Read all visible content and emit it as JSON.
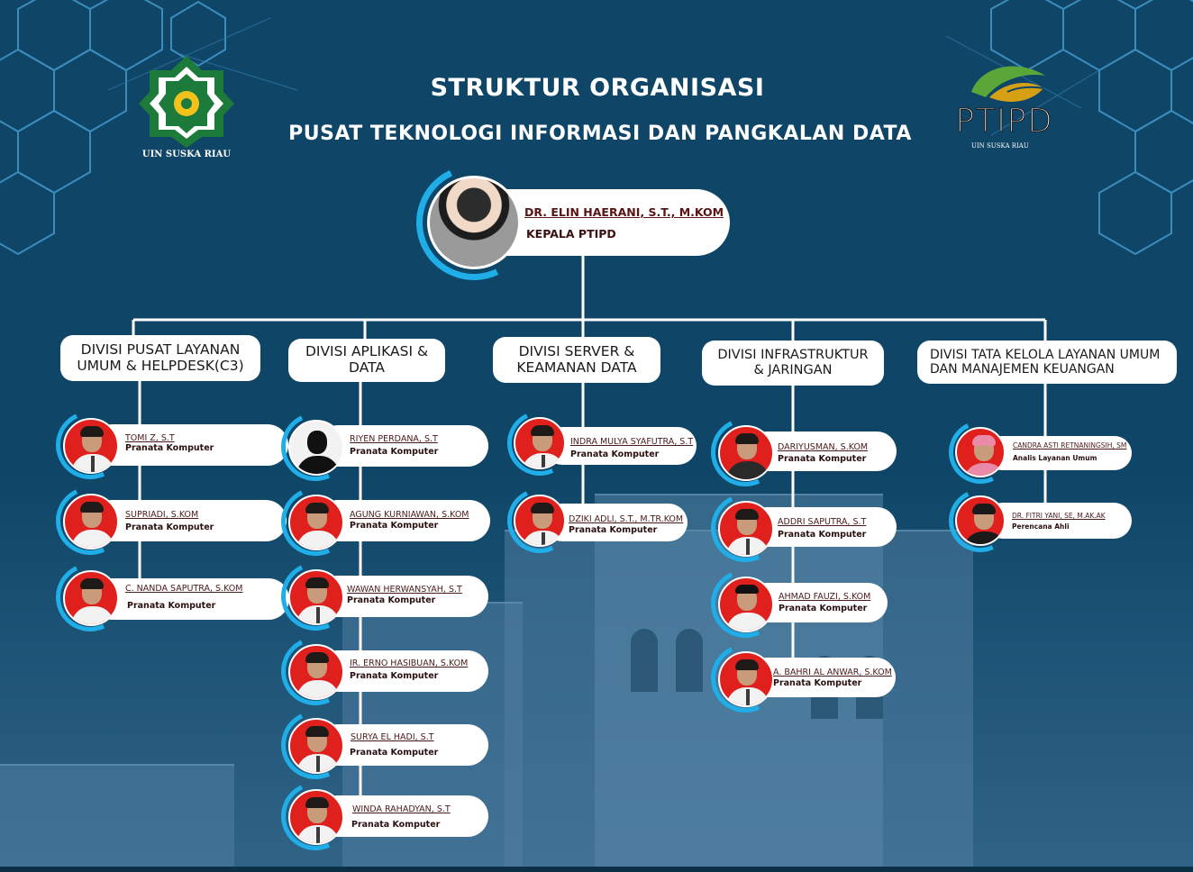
{
  "header": {
    "title": "STRUKTUR ORGANISASI",
    "subtitle": "PUSAT TEKNOLOGI INFORMASI DAN PANGKALAN DATA",
    "left_logo_caption": "UIN SUSKA RIAU",
    "right_logo_word": "PTIPD",
    "right_logo_caption": "UIN SUSKA RIAU"
  },
  "colors": {
    "background": "#0f4566",
    "accent_ring": "#1faee8",
    "card": "#ffffff",
    "name_text": "#5a1414",
    "photo_bg_red": "#e0201d"
  },
  "head": {
    "name": "DR. ELIN HAERANI, S.T., M.KOM",
    "role": "KEPALA PTIPD"
  },
  "divisions": [
    {
      "title": "DIVISI PUSAT LAYANAN UMUM & HELPDESK(C3)",
      "members": [
        {
          "name": "TOMI Z, S.T",
          "role": "Pranata Komputer"
        },
        {
          "name": "SUPRIADI, S.KOM",
          "role": "Pranata Komputer"
        },
        {
          "name": "C. NANDA SAPUTRA, S.KOM",
          "role": "Pranata Komputer"
        }
      ]
    },
    {
      "title": "DIVISI APLIKASI & DATA",
      "members": [
        {
          "name": "RIYEN PERDANA, S.T",
          "role": "Pranata Komputer"
        },
        {
          "name": "AGUNG KURNIAWAN, S.KOM",
          "role": "Pranata Komputer"
        },
        {
          "name": "WAWAN HERWANSYAH, S.T",
          "role": "Pranata Komputer"
        },
        {
          "name": "IR. ERNO HASIBUAN, S.KOM",
          "role": "Pranata Komputer"
        },
        {
          "name": "SURYA EL HADI, S.T",
          "role": "Pranata Komputer"
        },
        {
          "name": "WINDA RAHADYAN, S.T",
          "role": "Pranata Komputer"
        }
      ]
    },
    {
      "title": "DIVISI SERVER & KEAMANAN DATA",
      "members": [
        {
          "name": "INDRA MULYA SYAFUTRA, S.T",
          "role": "Pranata Komputer"
        },
        {
          "name": "DZIKI ADLI, S.T., M.TR.KOM",
          "role": "Pranata Komputer"
        }
      ]
    },
    {
      "title": "DIVISI INFRASTRUKTUR & JARINGAN",
      "members": [
        {
          "name": "DARIYUSMAN, S.KOM",
          "role": "Pranata Komputer"
        },
        {
          "name": "ADDRI SAPUTRA, S.T",
          "role": "Pranata Komputer"
        },
        {
          "name": "AHMAD FAUZI, S.KOM",
          "role": "Pranata Komputer"
        },
        {
          "name": "A. BAHRI AL ANWAR, S.KOM",
          "role": "Pranata Komputer"
        }
      ]
    },
    {
      "title": "DIVISI TATA KELOLA LAYANAN UMUM DAN MANAJEMEN KEUANGAN",
      "members": [
        {
          "name": "CANDRA ASTI RETNANINGSIH, SM",
          "role": "Analis Layanan Umum"
        },
        {
          "name": "DR. FITRI YANI, SE, M.AK.AK",
          "role": "Perencana Ahli"
        }
      ]
    }
  ]
}
